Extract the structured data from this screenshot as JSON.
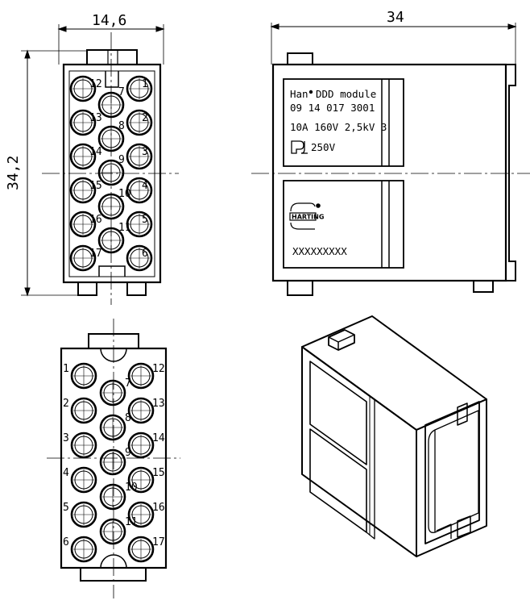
{
  "dimensions": {
    "width_front": "14,6",
    "height_front": "34,2",
    "width_side": "34"
  },
  "front_view": {
    "labels_left": [
      "12",
      "13",
      "14",
      "15",
      "16",
      "17"
    ],
    "labels_right": [
      "1",
      "2",
      "3",
      "4",
      "5",
      "6"
    ],
    "labels_center": [
      "7",
      "8",
      "9",
      "10",
      "11"
    ]
  },
  "rear_view": {
    "labels_left": [
      "1",
      "2",
      "3",
      "4",
      "5",
      "6"
    ],
    "labels_right": [
      "12",
      "13",
      "14",
      "15",
      "16",
      "17"
    ],
    "labels_center": [
      "7",
      "8",
      "9",
      "10",
      "11"
    ]
  },
  "label_plate": {
    "line1": "Han",
    "line1_suffix": "DDD module",
    "line2": "09 14  017 3001",
    "line3": "10A 160V 2,5kV 3",
    "line4": "250V",
    "ul_mark": "UL",
    "logo_text": "HARTING",
    "serial": "XXXXXXXXX"
  },
  "icons": {
    "certification": "ul-recognized-icon",
    "brand": "harting-logo-icon"
  }
}
